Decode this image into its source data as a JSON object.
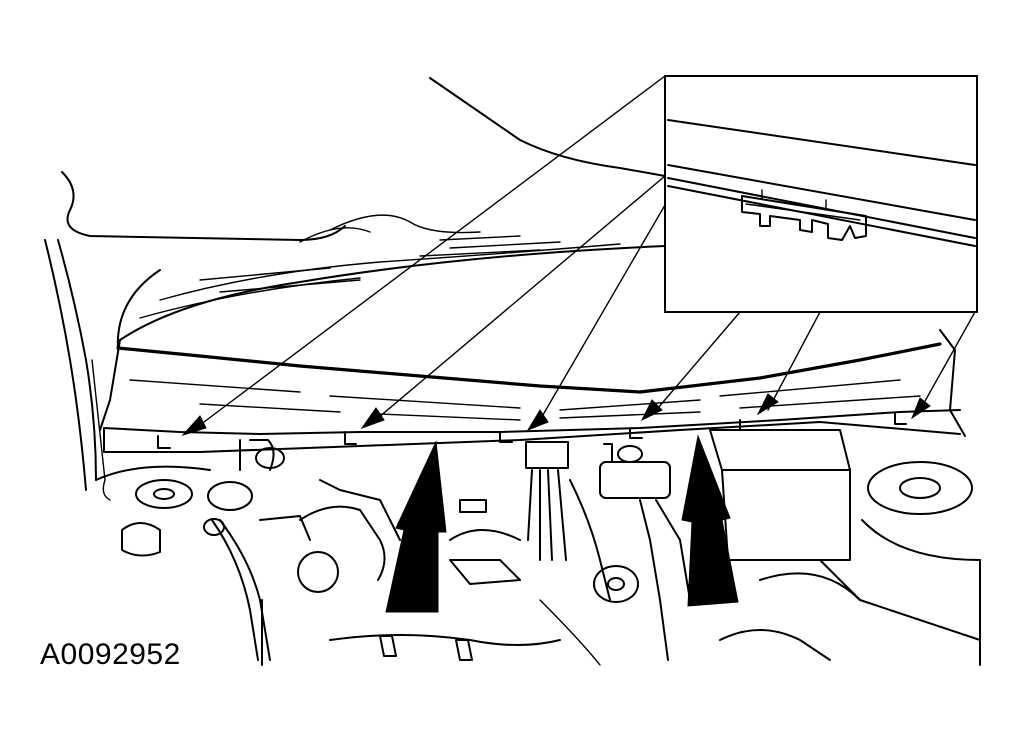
{
  "figure_id": "A0092952",
  "colors": {
    "line": "#000000",
    "background": "#ffffff"
  },
  "callouts": {
    "clip_arrow_count": 6,
    "lift_arrow_count": 2,
    "inset": "clip-detail"
  }
}
